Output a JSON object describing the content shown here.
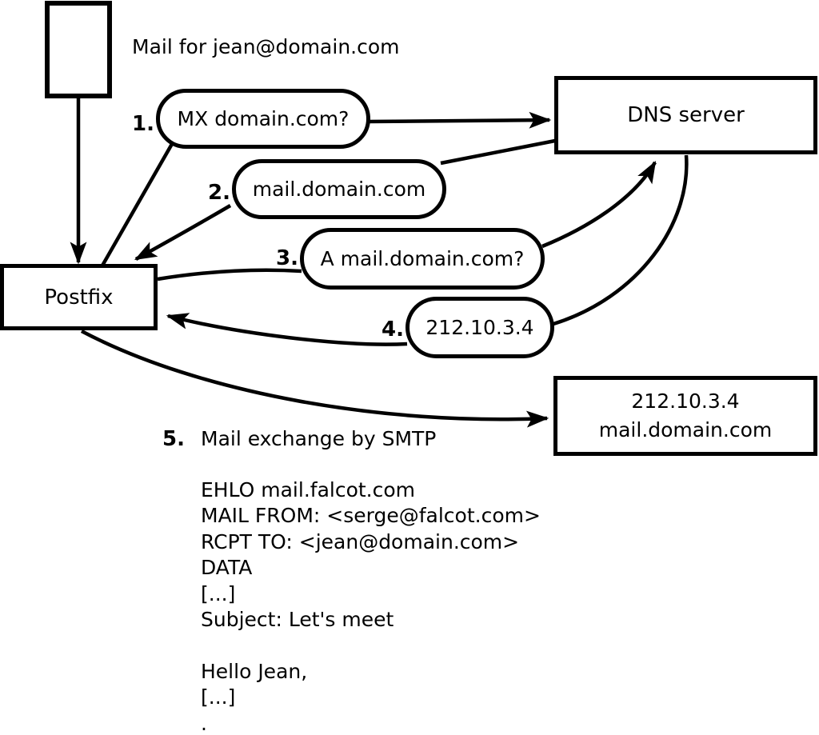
{
  "diagram": {
    "header": {
      "mail_label": "Mail for jean@domain.com"
    },
    "nodes": {
      "postfix_label": "Postfix",
      "dns_label": "DNS server",
      "destination": {
        "line1": "212.10.3.4",
        "line2": "mail.domain.com"
      }
    },
    "steps": [
      {
        "num": "1.",
        "label": "MX domain.com?"
      },
      {
        "num": "2.",
        "label": "mail.domain.com"
      },
      {
        "num": "3.",
        "label": "A mail.domain.com?"
      },
      {
        "num": "4.",
        "label": "212.10.3.4"
      },
      {
        "num": "5.",
        "label": "Mail exchange by SMTP"
      }
    ],
    "smtp_session": {
      "lines": [
        "EHLO mail.falcot.com",
        "MAIL FROM: <serge@falcot.com>",
        "RCPT TO: <jean@domain.com>",
        "DATA",
        "[...]",
        "Subject: Let's meet",
        "",
        "Hello Jean,",
        "[...]",
        "."
      ]
    },
    "colors": {
      "stroke": "#000000",
      "background": "#ffffff"
    }
  }
}
